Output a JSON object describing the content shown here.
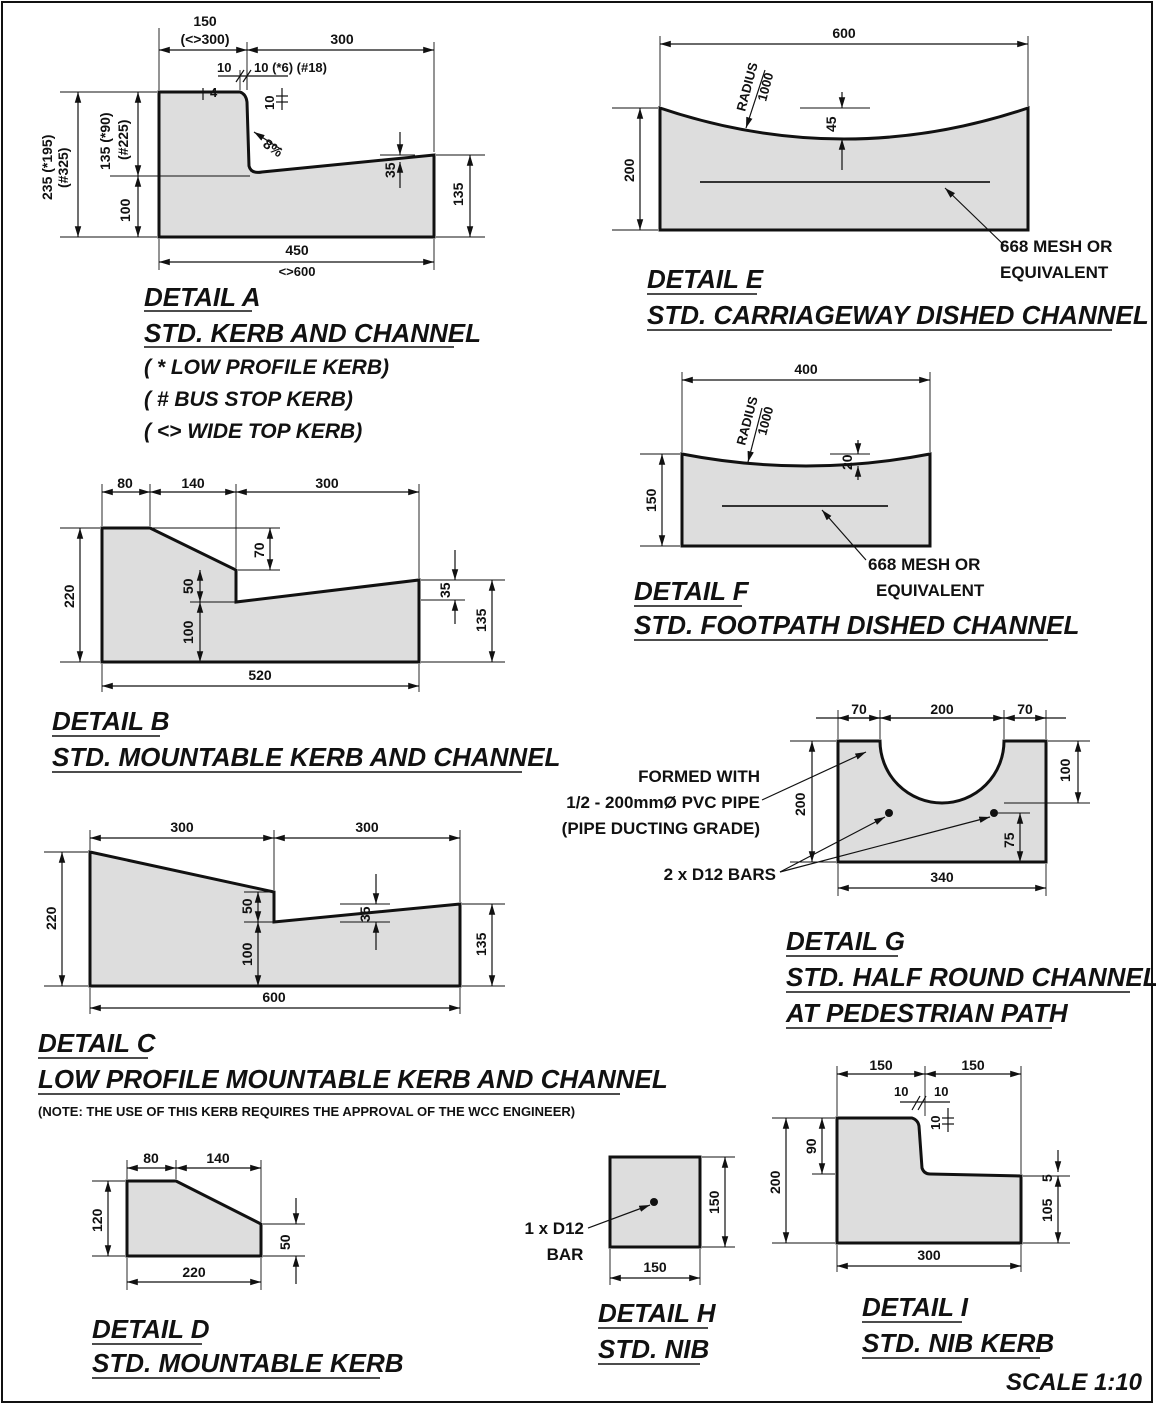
{
  "drawing": {
    "scale": "SCALE 1:10"
  },
  "details": {
    "a": {
      "title": "DETAIL A",
      "subtitle": "STD. KERB AND CHANNEL",
      "notes": [
        "( * LOW PROFILE KERB)",
        "( # BUS STOP KERB)",
        "( <> WIDE TOP KERB)"
      ],
      "dims": {
        "top_width": "150",
        "top_width_alt": "(<>300)",
        "channel_width": "300",
        "lip": "10",
        "lip_alt": "10 (*6) (#18)",
        "corner": "10",
        "top_fall": "4",
        "batter": "8",
        "batter_unit": "%",
        "total_height": "235 (*195)",
        "total_height_alt": "(#325)",
        "upstand": "135 (*90)",
        "upstand_alt": "(#225)",
        "base": "100",
        "fall": "35",
        "channel_height": "135",
        "width": "450",
        "width_alt": "<>600"
      }
    },
    "b": {
      "title": "DETAIL B",
      "subtitle": "STD. MOUNTABLE KERB AND CHANNEL",
      "dims": {
        "w1": "80",
        "w2": "140",
        "w3": "300",
        "drop": "70",
        "height": "220",
        "step": "50",
        "base": "100",
        "fall": "35",
        "channel_height": "135",
        "width": "520"
      }
    },
    "c": {
      "title": "DETAIL C",
      "subtitle": "LOW PROFILE MOUNTABLE KERB AND CHANNEL",
      "note": "(NOTE: THE USE OF THIS KERB REQUIRES THE APPROVAL OF THE WCC ENGINEER)",
      "dims": {
        "w1": "300",
        "w2": "300",
        "height": "220",
        "step": "50",
        "base": "100",
        "fall": "35",
        "channel_height": "135",
        "width": "600"
      }
    },
    "d": {
      "title": "DETAIL D",
      "subtitle": "STD. MOUNTABLE KERB",
      "dims": {
        "w1": "80",
        "w2": "140",
        "height": "120",
        "end": "50",
        "width": "220"
      }
    },
    "e": {
      "title": "DETAIL E",
      "subtitle": "STD. CARRIAGEWAY DISHED CHANNEL",
      "dims": {
        "width": "600",
        "radius": "RADIUS",
        "radius_value": "1000",
        "dish": "45",
        "height": "200"
      },
      "mesh": [
        "668 MESH OR",
        "EQUIVALENT"
      ]
    },
    "f": {
      "title": "DETAIL F",
      "subtitle": "STD. FOOTPATH DISHED CHANNEL",
      "dims": {
        "width": "400",
        "radius": "RADIUS",
        "radius_value": "1000",
        "dish": "20",
        "height": "150"
      },
      "mesh": [
        "668 MESH OR",
        "EQUIVALENT"
      ]
    },
    "g": {
      "title": "DETAIL G",
      "subtitle": "STD. HALF ROUND CHANNEL",
      "subtitle2": "AT PEDESTRIAN PATH",
      "dims": {
        "w1": "70",
        "w2": "200",
        "w3": "70",
        "depth": "100",
        "height": "200",
        "bar_height": "75",
        "width": "340"
      },
      "formed": [
        "FORMED WITH",
        "1/2 - 200mmØ PVC PIPE",
        "(PIPE DUCTING GRADE)"
      ],
      "bars": "2 x D12 BARS"
    },
    "h": {
      "title": "DETAIL H",
      "subtitle": "STD. NIB",
      "dims": {
        "height": "150",
        "width": "150"
      },
      "bar": [
        "1 x D12",
        "BAR"
      ]
    },
    "i": {
      "title": "DETAIL I",
      "subtitle": "STD. NIB KERB",
      "dims": {
        "w1": "150",
        "w2": "150",
        "lip": "10",
        "lip2": "10",
        "corner": "10",
        "upstand": "90",
        "height": "200",
        "step": "5",
        "base": "105",
        "width": "300"
      }
    }
  }
}
